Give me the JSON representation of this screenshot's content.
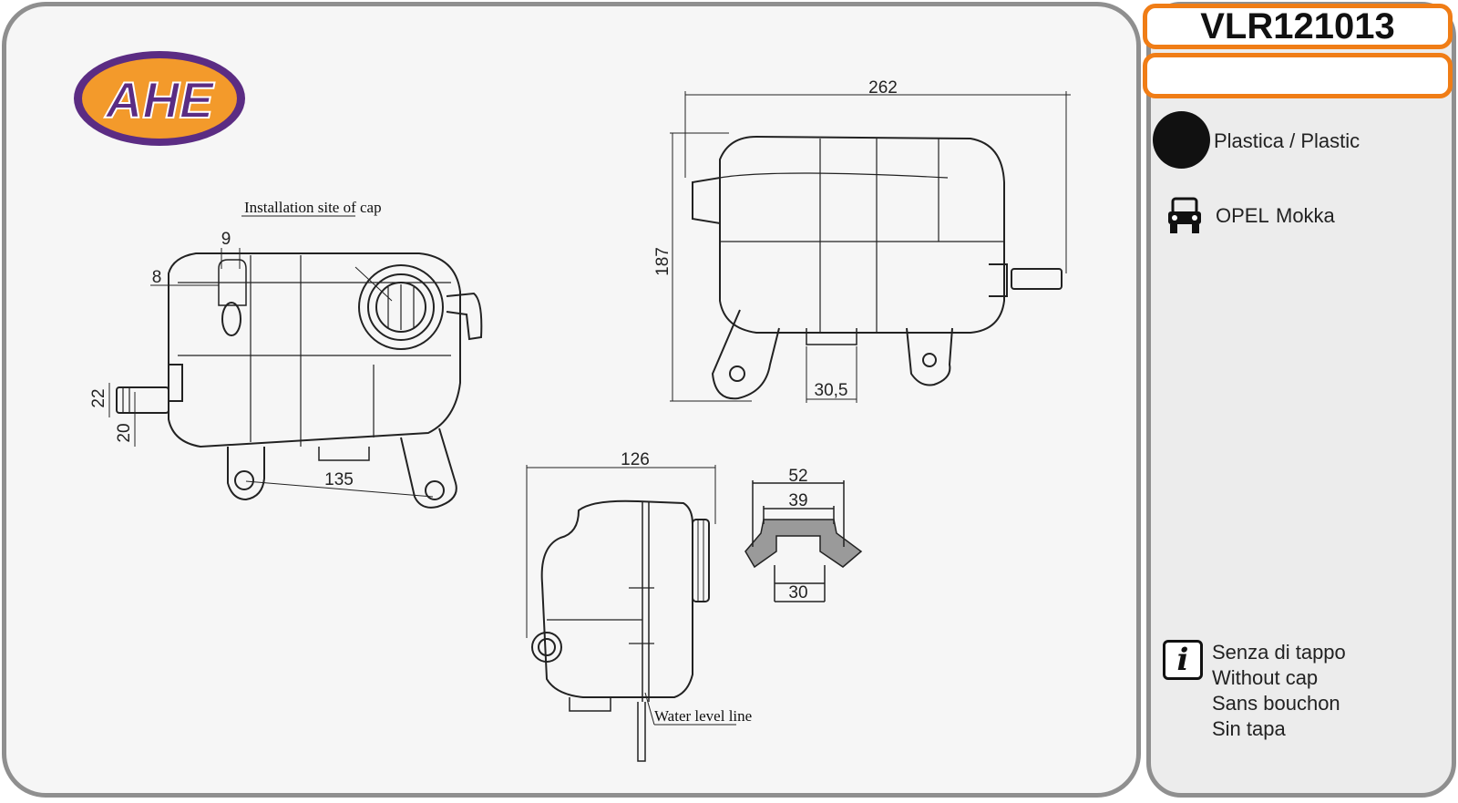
{
  "header": {
    "code": "VLR121013"
  },
  "logo": {
    "text": "AHE"
  },
  "material": {
    "label": "Plastica / Plastic"
  },
  "vehicle": {
    "make": "OPEL",
    "model": "Mokka"
  },
  "info": {
    "lines": [
      "Senza di tappo",
      "Without cap",
      "Sans bouchon",
      "Sin tapa"
    ]
  },
  "drawing": {
    "labels": {
      "cap_site": "Installation site of cap",
      "water_level": "Water level line"
    },
    "dimensions": {
      "d9": "9",
      "d8": "8",
      "d22": "22",
      "d20": "20",
      "d135": "135",
      "d262": "262",
      "d187": "187",
      "d30_5": "30,5",
      "d126": "126",
      "d52": "52",
      "d39": "39",
      "d30": "30"
    }
  },
  "colors": {
    "accent": "#f07d16",
    "logo_purple": "#5b2c83",
    "logo_orange": "#f39a2b",
    "frame": "#8f8f8f"
  }
}
